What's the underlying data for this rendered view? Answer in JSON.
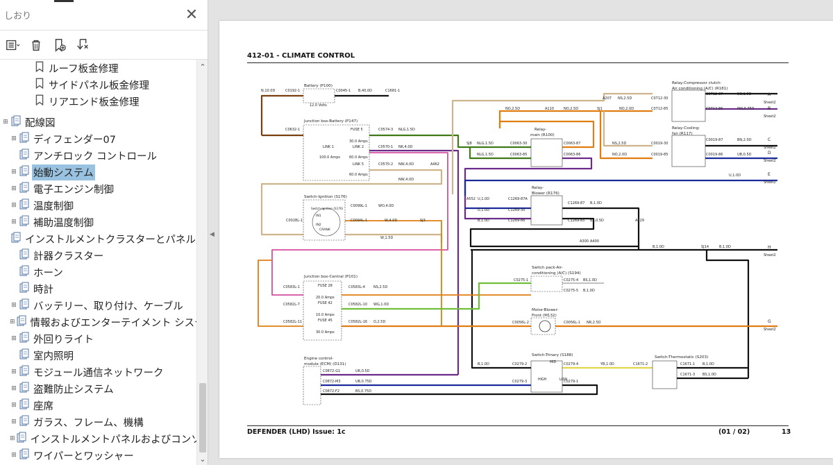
{
  "panel": {
    "title": "しおり",
    "close_label": "✕",
    "toolbar": {
      "options_icon": "list-options-icon",
      "delete_icon": "trash-icon",
      "new_bookmark_icon": "new-bookmark-icon",
      "bookmark_from_selection_icon": "bookmark-search-icon"
    },
    "bookmarks": [
      {
        "label": "ルーフ板金修理",
        "level": 2,
        "expandable": false,
        "type": "leaf"
      },
      {
        "label": "サイドパネル板金修理",
        "level": 2,
        "expandable": false,
        "type": "leaf"
      },
      {
        "label": "リアエンド板金修理",
        "level": 2,
        "expandable": false,
        "type": "leaf"
      },
      {
        "label": "配線図",
        "level": 0,
        "expandable": true,
        "type": "doc"
      },
      {
        "label": "ディフェンダー07",
        "level": 1,
        "expandable": true,
        "type": "doc"
      },
      {
        "label": "アンチロック コントロール",
        "level": 1,
        "expandable": false,
        "type": "doc"
      },
      {
        "label": "始動システム",
        "level": 1,
        "expandable": true,
        "type": "doc",
        "selected": true
      },
      {
        "label": "電子エンジン制御",
        "level": 1,
        "expandable": true,
        "type": "doc"
      },
      {
        "label": "温度制御",
        "level": 1,
        "expandable": true,
        "type": "doc"
      },
      {
        "label": "補助温度制御",
        "level": 1,
        "expandable": true,
        "type": "doc"
      },
      {
        "label": "インストルメントクラスターとパネル照明",
        "level": 1,
        "expandable": false,
        "type": "doc"
      },
      {
        "label": "計器クラスター",
        "level": 1,
        "expandable": false,
        "type": "doc"
      },
      {
        "label": "ホーン",
        "level": 1,
        "expandable": false,
        "type": "doc"
      },
      {
        "label": "時計",
        "level": 1,
        "expandable": false,
        "type": "doc"
      },
      {
        "label": "バッテリー、取り付け、ケーブル",
        "level": 1,
        "expandable": true,
        "type": "doc"
      },
      {
        "label": "情報およびエンターテイメント システム",
        "level": 1,
        "expandable": true,
        "type": "doc"
      },
      {
        "label": "外回りライト",
        "level": 1,
        "expandable": true,
        "type": "doc"
      },
      {
        "label": "室内照明",
        "level": 1,
        "expandable": false,
        "type": "doc"
      },
      {
        "label": "モジュール通信ネットワーク",
        "level": 1,
        "expandable": true,
        "type": "doc"
      },
      {
        "label": "盗難防止システム",
        "level": 1,
        "expandable": true,
        "type": "doc"
      },
      {
        "label": "座席",
        "level": 1,
        "expandable": true,
        "type": "doc"
      },
      {
        "label": "ガラス、フレーム、機構",
        "level": 1,
        "expandable": true,
        "type": "doc"
      },
      {
        "label": "インストルメントパネルおよびコンソール",
        "level": 1,
        "expandable": true,
        "type": "doc"
      },
      {
        "label": "ワイパーとワッシャー",
        "level": 1,
        "expandable": true,
        "type": "doc"
      }
    ]
  },
  "document": {
    "header": "412-01 - CLIMATE CONTROL",
    "footer_left": "DEFENDER  (LHD) Issue: 1c",
    "footer_page": "(01 / 02)",
    "footer_number": "13",
    "components": {
      "battery": "Battery (P100)",
      "battery_volts": "12.0 Volts",
      "jb_battery": "Junction box-Battery (P147)",
      "fuse5": "FUSE 5",
      "fuse5_amps": "30.0 Amps",
      "link1": "LINK 1",
      "link1_amps": "100.0 Amps",
      "link2": "LINK 2",
      "link2_amps": "60.0 Amps",
      "link5": "LINK 5",
      "link5_amps": "60.0 Amps",
      "switch_ignition": "Switch-Ignition (S176)",
      "ign_label": "Switch-Ignition (S176)",
      "ign_pos1": "IN1",
      "ign_pos2": "IN2",
      "ign_crank": "CRANK",
      "relay_main_1": "Relay-",
      "relay_main_2": "main (R100)",
      "relay_blower_1": "Relay-",
      "relay_blower_2": "Blower (R176)",
      "relay_comp_1": "Relay-Compressor clutch-",
      "relay_comp_2": "Air conditioning (A/C) (R181)",
      "relay_fan_1": "Relay-Cooling-",
      "relay_fan_2": "fan (R117)",
      "jb_central": "Junction box-Central (P101)",
      "fuse28": "FUSE 28",
      "fuse28_amps": "20.0 Amps",
      "fuse42": "FUSE 42",
      "fuse42_amps": "10.0 Amps",
      "fuse45": "FUSE 45",
      "fuse45_amps": "30.0 Amps",
      "switch_ac_1": "Switch pack-Air-",
      "switch_ac_2": "conditioning (A/C) (S194)",
      "motor_1": "Motor-Blower-",
      "motor_2": "Front (M132)",
      "ecm_1": "Engine control-",
      "ecm_2": "module (ECM) (D131)",
      "trinary": "Switch-Trinary (S188)",
      "tri_mid": "MID",
      "tri_high": "HIGH",
      "tri_low": "LOW",
      "thermo": "Switch-Thermostatic (S203)"
    },
    "labels": {
      "n10": "N,10.0D",
      "c0192": "C0192-1",
      "c0045": "C0045-1",
      "b40": "B,40.0D",
      "c1681": "C1681-1",
      "c0632": "C0632-1",
      "c0574": "C0574-3",
      "nlg15a": "NLG,1.5D",
      "c0570_1": "C0570-1",
      "nk4": "NK,4.0D",
      "c0570_2": "C0570-2",
      "nw4a": "NW,4.0D",
      "a462": "A462",
      "nw4b": "NW,4.0D",
      "a207": "A207",
      "ns25a": "NS,2.5D",
      "c0712_30": "C0712-30",
      "c0712_87": "C0712-87",
      "bg15": "BG,1.5D",
      "no25a": "NO,2.5D",
      "a110": "A110",
      "no25b": "NO,2.5D",
      "sj1": "SJ1",
      "no20a": "NO,2.0D",
      "c0712_85": "C0712-85",
      "c0712_86": "C0712-86",
      "pw075": "PW,0.75D",
      "sj8": "SJ8",
      "nlg15b": "NLG,1.5D",
      "c0063_30": "C0063-30",
      "c0063_87": "C0063-87",
      "nlg15c": "NLG,1.5D",
      "c0063_85": "C0063-85",
      "c0063_86": "C0063-86",
      "ns25b": "NS,2.5D",
      "c0019_30": "C0019-30",
      "c0019_87": "C0019-87",
      "bn20": "BN,2.0D",
      "no20b": "NO,2.0D",
      "c0019_85": "C0019-85",
      "c0019_86": "C0019-86",
      "ub05": "UB,0.5D",
      "u10a": "U,1.0D",
      "a552": "A552",
      "u10b": "U,1.0D",
      "c1269_87a": "C1269-87A",
      "u10c": "U,1.0D",
      "c1269_30": "C1269-30",
      "c1269_87": "C1269-87",
      "b10a": "B,1.0D",
      "b10b": "B,1.0D",
      "c1269_86": "C1269-86",
      "c1269_85": "C1269-85",
      "bs05": "BS,0.5D",
      "a529": "A529",
      "c0099": "C0099L-1",
      "wo4": "WO,4.0D",
      "c0028": "C0028L-1",
      "c0094": "C0094L-1",
      "w4": "W,4.0D",
      "sj3": "SJ3",
      "w15": "W,1.5D",
      "a300": "A300",
      "a400": "A400",
      "b10c": "B,1.0D",
      "sj14": "SJ14",
      "b10d": "B,1.0D",
      "c0583_1": "C0583L-1",
      "c0583_4": "C0583L-4",
      "ns25c": "NS,2.5D",
      "c0275_1": "C0275-1",
      "c0275_4": "C0275-4",
      "bs10": "BS,1.0D",
      "c0275_5": "C0275-5",
      "b10e": "B,1.0D",
      "c0582_7": "C0582L-7",
      "c0582_10": "C0582L-10",
      "wg10": "WG,1.0D",
      "c0582_11": "C0582L-11",
      "c0582_16": "C0582L-16",
      "o25": "O,2.5D",
      "c0056_2": "C0056L-2",
      "c0056_1": "C0056L-1",
      "nr25": "NR,2.5D",
      "c0872_g1": "C0872-G1",
      "ur05": "UR,0.5D",
      "c0872_m3": "C0872-M3",
      "ub075": "UB,0.75D",
      "c0872_f2": "C0872-F2",
      "bs075": "BS,0.75D",
      "b10f": "B,1.0D",
      "c0279_2": "C0279-2",
      "c0279_4": "C0279-4",
      "yb10": "YB,1.0D",
      "c1671_2": "C1671-2",
      "c1671_1": "C1671-1",
      "b10g": "B,1.0D",
      "c0279_3": "C0279-3",
      "c0279_1": "C0279-1",
      "c1671_3": "C1671-3",
      "bs10b": "BS,1.0D"
    },
    "sheet_refs": [
      {
        "letter": "A",
        "sheet": "Sheet2"
      },
      {
        "letter": "B",
        "sheet": "Sheet2"
      },
      {
        "letter": "C",
        "sheet": "Sheet2"
      },
      {
        "letter": "D",
        "sheet": "Sheet2"
      },
      {
        "letter": "E",
        "sheet": "Sheet2"
      },
      {
        "letter": "H",
        "sheet": "Sheet2"
      },
      {
        "letter": "G",
        "sheet": "Sheet2"
      }
    ],
    "wire_colors": {
      "brown": "#7a3f0e",
      "black": "#111111",
      "green": "#3f7a18",
      "pink": "#d44fa0",
      "tan": "#cdb48a",
      "orange": "#e07d10",
      "purple": "#6a2a8a",
      "blue": "#1b2a9a",
      "lightgreen": "#6fbf3a",
      "yellow": "#e4d44a",
      "gray": "#9a9a9a"
    }
  }
}
